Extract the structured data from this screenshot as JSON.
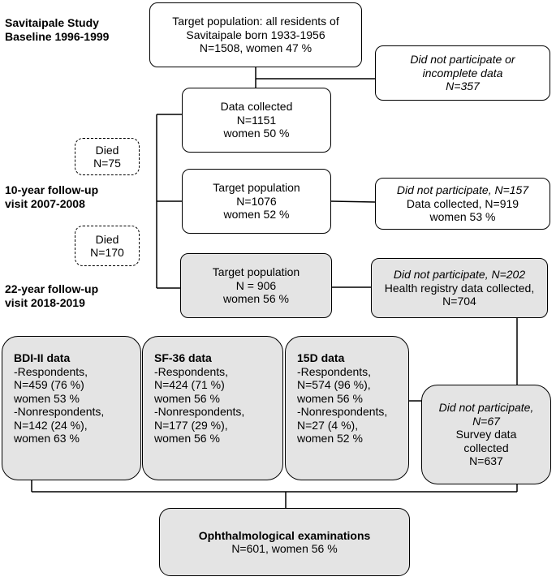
{
  "phases": {
    "baseline": [
      "Savitaipale Study",
      "Baseline 1996-1999"
    ],
    "followup10": [
      "10-year follow-up",
      "visit 2007-2008"
    ],
    "followup22": [
      "22-year follow-up",
      "visit 2018-2019"
    ]
  },
  "target_population": [
    "Target population: all residents of",
    "Savitaipale born 1933-1956",
    "N=1508, women 47 %"
  ],
  "baseline_not_participated": [
    "Did not participate or",
    "incomplete data",
    "N=357"
  ],
  "data_collected": [
    "Data collected",
    "N=1151",
    "women 50 %"
  ],
  "died_1": [
    "Died",
    "N=75"
  ],
  "target_10y": [
    "Target population",
    "N=1076",
    "women 52 %"
  ],
  "not_participated_10y": [
    "Did not participate, N=157",
    "Data collected, N=919",
    "women 53 %"
  ],
  "died_2": [
    "Died",
    "N=170"
  ],
  "target_22y": [
    "Target population",
    "N = 906",
    "women 56 %"
  ],
  "not_participated_22y": [
    "Did not participate, N=202",
    "Health registry data collected,",
    "N=704"
  ],
  "bdi": {
    "title": "BDI-II data",
    "lines": [
      "-Respondents,",
      "N=459 (76 %)",
      "women 53 %",
      "-Nonrespondents,",
      "N=142 (24 %),",
      "women 63 %"
    ]
  },
  "sf36": {
    "title": "SF-36 data",
    "lines": [
      "-Respondents,",
      "N=424 (71 %)",
      "women 56 %",
      "-Nonrespondents,",
      "N=177 (29 %),",
      "women 56 %"
    ]
  },
  "d15": {
    "title": "15D data",
    "lines": [
      "-Respondents,",
      "N=574 (96 %),",
      "women 56 %",
      "-Nonrespondents,",
      "N=27 (4 %),",
      "women 52 %"
    ]
  },
  "survey": [
    "Did not participate,",
    "N=67",
    "Survey data",
    "collected",
    "N=637"
  ],
  "ophthalmology": [
    "Ophthalmological examinations",
    "N=601, women 56 %"
  ]
}
